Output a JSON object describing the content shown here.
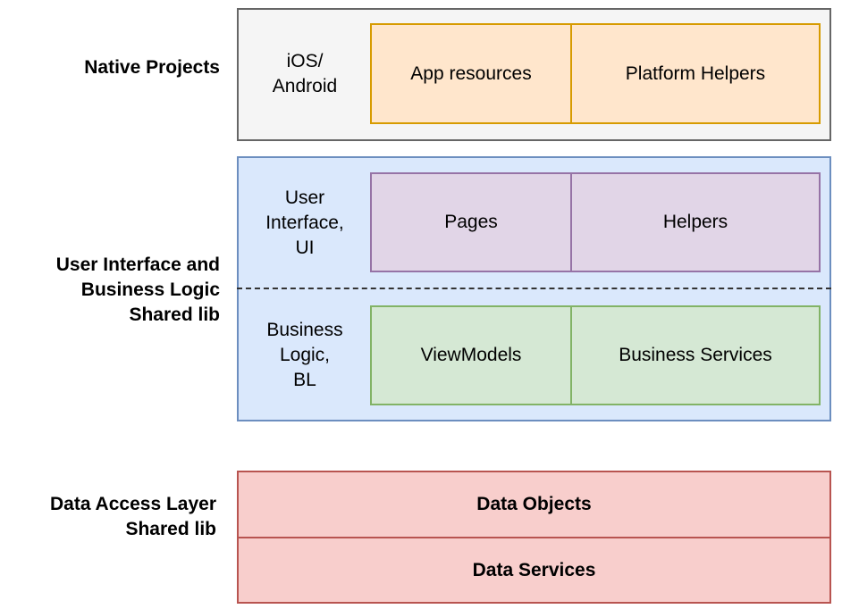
{
  "layers": {
    "native": {
      "side_label": [
        "Native Projects"
      ],
      "row_label": [
        "iOS/",
        "Android"
      ],
      "cells": [
        "App resources",
        "Platform Helpers"
      ]
    },
    "shared": {
      "side_label": [
        "User Interface and",
        "Business Logic",
        "Shared lib"
      ],
      "ui_row": {
        "label": [
          "User",
          "Interface,",
          "UI"
        ],
        "cells": [
          "Pages",
          "Helpers"
        ]
      },
      "bl_row": {
        "label": [
          "Business",
          "Logic,",
          "BL"
        ],
        "cells": [
          "ViewModels",
          "Business Services"
        ]
      }
    },
    "dal": {
      "side_label": [
        "Data Access Layer",
        "Shared lib"
      ],
      "rows": [
        "Data Objects",
        "Data Services"
      ]
    }
  },
  "colors": {
    "native_fill": "#f5f5f5",
    "orange_fill": "#ffe6cc",
    "blue_fill": "#dae8fc",
    "purple_fill": "#e1d5e7",
    "green_fill": "#d5e8d4",
    "red_fill": "#f8cecc"
  }
}
